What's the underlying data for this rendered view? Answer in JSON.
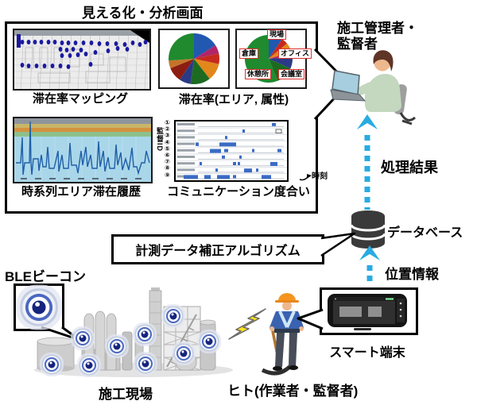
{
  "title": "見える化・分析画面",
  "analysis": {
    "mapping_caption": "滞在率マッピング",
    "pie_caption": "滞在率(エリア, 属性)",
    "pie_labels": {
      "genba": "現場",
      "souko": "倉庫",
      "office": "オフィス",
      "kyukei": "休憩所",
      "kaigi": "会議室"
    },
    "timeseries_caption": "時系列エリア滞在履歴",
    "gantt_caption": "コミュニケーション度合い",
    "gantt_y_axis": "監督ID",
    "gantt_x_axis": "時刻",
    "gantt_row_ids": [
      "①",
      "②",
      "③",
      "④",
      "⑤",
      "⑥",
      "⑦",
      "⑧",
      "⑨"
    ]
  },
  "right_flow": {
    "manager_label": "施工管理者・監督者",
    "result_label": "処理結果",
    "database_label": "データベース",
    "location_label": "位置情報"
  },
  "middle": {
    "algorithm_label": "計測データ補正アルゴリズム"
  },
  "bottom": {
    "ble_label": "BLEビーコン",
    "site_label": "施工現場",
    "worker_label": "ヒト(作業者・監督者)",
    "device_label": "スマート端末"
  },
  "icons": {
    "database": "database-icon",
    "beacon": "ble-beacon-icon",
    "lightning": "wireless-signal-lightning-icon",
    "arrow_up": "dotted-up-arrow-icon"
  },
  "colors": {
    "flow_arrow": "#29ABE2",
    "database": "#3A3A3A",
    "beacon_core": "#16247E",
    "helmet": "#F5941E",
    "lightning": "#FFE31A",
    "pie_label_border": "#E03131",
    "gantt_bar": "#3A6BC4",
    "timeseries_line": "#1F5FA8"
  }
}
